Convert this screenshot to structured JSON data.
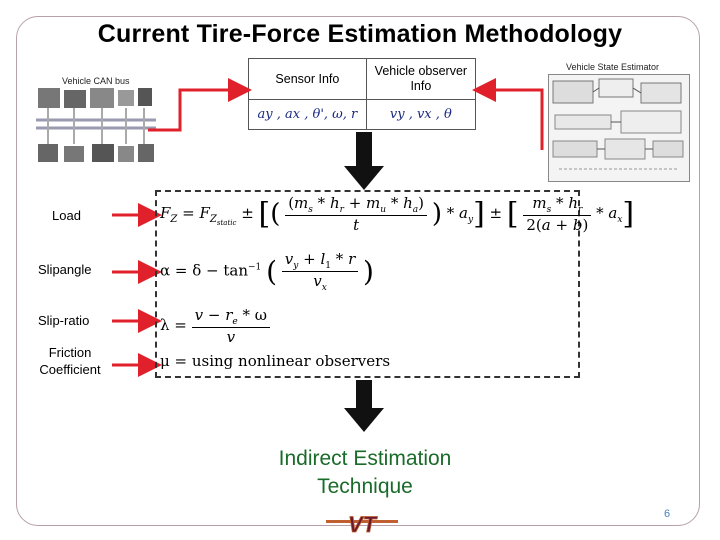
{
  "slide": {
    "title": "Current Tire-Force Estimation Methodology",
    "page_number": "6",
    "logo_text": "VT"
  },
  "vehicle_can": {
    "label": "Vehicle CAN bus"
  },
  "estimator": {
    "label": "Vehicle State Estimator"
  },
  "info_table": {
    "sensor_header": "Sensor Info",
    "observer_header_line1": "Vehicle observer",
    "observer_header_line2": "Info",
    "sensor_values": "ay , ax , θ', ω, r",
    "observer_values": "vy , vx , θ"
  },
  "inputs": {
    "load": "Load",
    "slipangle": "Slipangle",
    "slip_ratio": "Slip-ratio",
    "friction_line1": "Friction",
    "friction_line2": "Coefficient"
  },
  "equations": {
    "mu_text": "= using nonlinear observers"
  },
  "result": {
    "line1": "Indirect Estimation",
    "line2": "Technique"
  },
  "colors": {
    "arrow_red": "#e0202a",
    "result_green": "#1a6b2a",
    "math_blue": "#1a2a80",
    "page_blue": "#4a7fc0"
  }
}
